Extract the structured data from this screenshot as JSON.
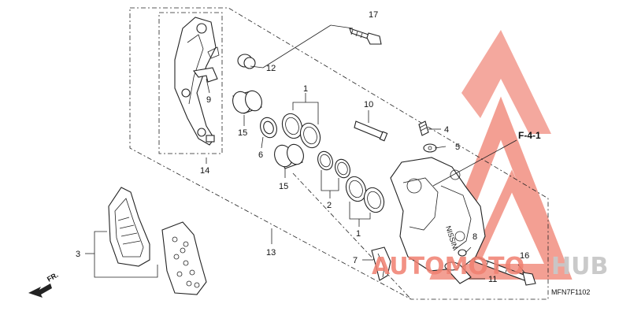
{
  "diagram": {
    "callouts": {
      "p1a": "1",
      "p1b": "1",
      "p2": "2",
      "p3": "3",
      "p4": "4",
      "p5": "5",
      "p6": "6",
      "p7": "7",
      "p8": "8",
      "p9": "9",
      "p10": "10",
      "p11": "11",
      "p12": "12",
      "p13": "13",
      "p14": "14",
      "p15a": "15",
      "p15b": "15",
      "p16": "16",
      "p17": "17"
    },
    "reference": "F-4-1",
    "direction_label": "FR.",
    "caliper_marking": "NISSIN",
    "diagram_code": "MFN7F1102"
  },
  "watermark": {
    "word1": "AUTOMOTO",
    "word2": "HUB",
    "color_primary": "#f08070",
    "color_secondary": "#c8c8c8"
  }
}
